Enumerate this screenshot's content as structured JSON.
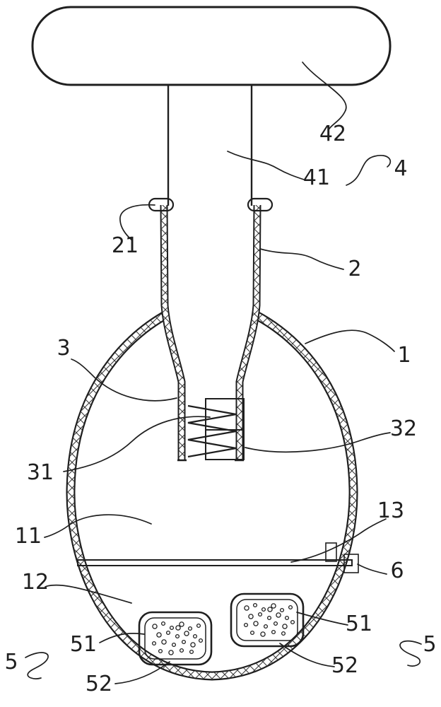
{
  "figure": {
    "background": "#ffffff",
    "ink_color": "#1f1f1f",
    "hatch_color": "#3a3a3a"
  },
  "labels": {
    "n42": "42",
    "n41": "41",
    "n4": "4",
    "n21": "21",
    "n2": "2",
    "n3": "3",
    "n1": "1",
    "n32": "32",
    "n31": "31",
    "n13": "13",
    "n11": "11",
    "n6": "6",
    "n12": "12",
    "n51_left": "51",
    "n51_right": "51",
    "n52_left": "52",
    "n52_right": "52",
    "n5_left": "5",
    "n5_right": "5"
  }
}
